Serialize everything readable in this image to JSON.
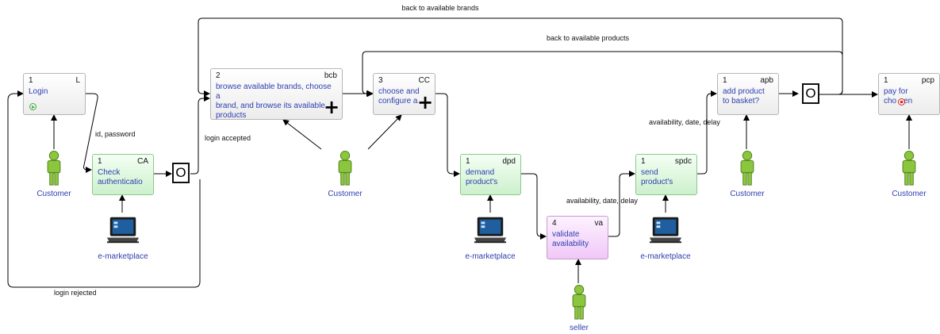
{
  "tasks": {
    "login": {
      "num": "1",
      "code": "L",
      "title": "Login"
    },
    "check": {
      "num": "1",
      "code": "CA",
      "title_l1": "Check",
      "title_l2": "authenticatio"
    },
    "browse": {
      "num": "2",
      "code": "bcb",
      "title_l1": "browse available brands, choose a",
      "title_l2": "brand, and browse its available",
      "title_l3": "products"
    },
    "choose": {
      "num": "3",
      "code": "CC",
      "title_l1": "choose and",
      "title_l2": "configure a"
    },
    "demand": {
      "num": "1",
      "code": "dpd",
      "title_l1": "demand",
      "title_l2": "product's"
    },
    "validate": {
      "num": "4",
      "code": "va",
      "title_l1": "validate",
      "title_l2": "availability"
    },
    "send": {
      "num": "1",
      "code": "spdc",
      "title_l1": "send",
      "title_l2": "product's"
    },
    "add": {
      "num": "1",
      "code": "apb",
      "title_l1": "add product",
      "title_l2": "to basket?"
    },
    "pay": {
      "num": "1",
      "code": "pcp",
      "title_l1": "pay for",
      "title_l2": "cho",
      "title_l2b": "en"
    }
  },
  "gateways": {
    "g1": "O",
    "g2": "O"
  },
  "actors": {
    "customer1": "Customer",
    "customer2": "Customer",
    "customer3": "Customer",
    "customer4": "Customer",
    "seller": "seller"
  },
  "systems": {
    "em1": "e-marketplace",
    "em2": "e-marketplace",
    "em3": "e-marketplace"
  },
  "edge_labels": {
    "back_brands": "back to available brands",
    "back_products": "back to available products",
    "id_password": "id, password",
    "login_accepted": "login accepted",
    "login_rejected": "login rejected",
    "avail1": "availability, date, delay",
    "avail2": "availability, date, delay"
  },
  "colors": {
    "start": "#3cb043",
    "stop": "#e02020",
    "task_text": "#2e3fb0",
    "actor": "#7ab82a"
  }
}
